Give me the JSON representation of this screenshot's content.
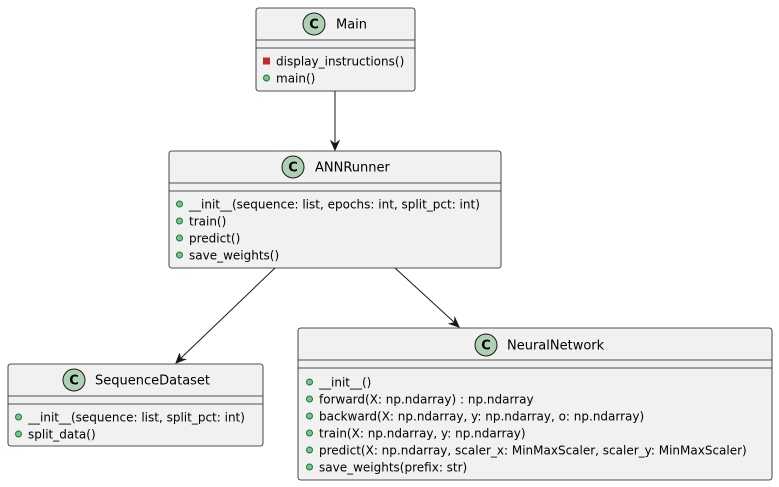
{
  "colors": {
    "box_fill": "#f1f1f1",
    "border": "#181818",
    "class_badge": "#add1b2",
    "private_marker": "#c82930",
    "public_marker": "#84be84"
  },
  "classes": {
    "main": {
      "badge": "C",
      "name": "Main",
      "methods": [
        {
          "visibility": "private",
          "text": "display_instructions()"
        },
        {
          "visibility": "public",
          "text": "main()"
        }
      ]
    },
    "ann_runner": {
      "badge": "C",
      "name": "ANNRunner",
      "methods": [
        {
          "visibility": "public",
          "text": "__init__(sequence: list, epochs: int, split_pct: int)"
        },
        {
          "visibility": "public",
          "text": "train()"
        },
        {
          "visibility": "public",
          "text": "predict()"
        },
        {
          "visibility": "public",
          "text": "save_weights()"
        }
      ]
    },
    "sequence_dataset": {
      "badge": "C",
      "name": "SequenceDataset",
      "methods": [
        {
          "visibility": "public",
          "text": "__init__(sequence: list, split_pct: int)"
        },
        {
          "visibility": "public",
          "text": "split_data()"
        }
      ]
    },
    "neural_network": {
      "badge": "C",
      "name": "NeuralNetwork",
      "methods": [
        {
          "visibility": "public",
          "text": "__init__()"
        },
        {
          "visibility": "public",
          "text": "forward(X: np.ndarray) : np.ndarray"
        },
        {
          "visibility": "public",
          "text": "backward(X: np.ndarray, y: np.ndarray, o: np.ndarray)"
        },
        {
          "visibility": "public",
          "text": "train(X: np.ndarray, y: np.ndarray)"
        },
        {
          "visibility": "public",
          "text": "predict(X: np.ndarray, scaler_x: MinMaxScaler, scaler_y: MinMaxScaler)"
        },
        {
          "visibility": "public",
          "text": "save_weights(prefix: str)"
        }
      ]
    }
  },
  "relations": [
    {
      "from": "Main",
      "to": "ANNRunner",
      "type": "association"
    },
    {
      "from": "ANNRunner",
      "to": "SequenceDataset",
      "type": "association"
    },
    {
      "from": "ANNRunner",
      "to": "NeuralNetwork",
      "type": "association"
    }
  ]
}
